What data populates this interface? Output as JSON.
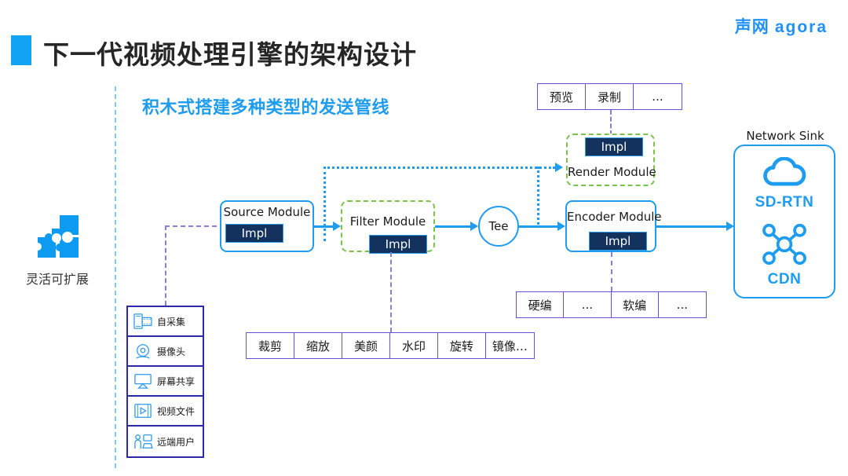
{
  "brand": {
    "cn": "声网",
    "en": "agora"
  },
  "header": {
    "title": "下一代视频处理引擎的架构设计",
    "subtitle": "积木式搭建多种类型的发送管线"
  },
  "left_feature": {
    "icon": "puzzle-icon",
    "label": "灵活可扩展"
  },
  "source_list": {
    "items": [
      {
        "icon": "film-roll-icon",
        "label": "自采集"
      },
      {
        "icon": "webcam-icon",
        "label": "摄像头"
      },
      {
        "icon": "screen-share-icon",
        "label": "屏幕共享"
      },
      {
        "icon": "video-file-icon",
        "label": "视频文件"
      },
      {
        "icon": "remote-user-icon",
        "label": "远端用户"
      }
    ]
  },
  "modules": {
    "source": {
      "title": "Source Module",
      "impl": "Impl",
      "border": "solid-blue"
    },
    "filter": {
      "title": "Filter Module",
      "impl": "Impl",
      "border": "dashed-green"
    },
    "tee": {
      "title": "Tee"
    },
    "encoder": {
      "title": "Encoder Module",
      "impl": "Impl",
      "border": "solid-blue"
    },
    "render": {
      "title": "Render Module",
      "impl": "Impl",
      "border": "dashed-green"
    }
  },
  "render_options": {
    "cells": [
      "预览",
      "录制",
      "..."
    ]
  },
  "encoder_options": {
    "cells": [
      "硬编",
      "...",
      "软编",
      "..."
    ]
  },
  "filter_options": {
    "cells": [
      "裁剪",
      "缩放",
      "美颜",
      "水印",
      "旋转",
      "镜像…"
    ]
  },
  "network_sink": {
    "label": "Network Sink",
    "entries": [
      {
        "icon": "cloud-icon",
        "caption": "SD-RTN"
      },
      {
        "icon": "network-icon",
        "caption": "CDN"
      }
    ]
  },
  "colors": {
    "accent_blue": "#1E9CF0",
    "title_bar": "#13A3F5",
    "impl_navy": "#14325E",
    "dashed_green": "#7BC24B",
    "purple": "#6A4FD8",
    "indigo": "#2B2BA8"
  }
}
